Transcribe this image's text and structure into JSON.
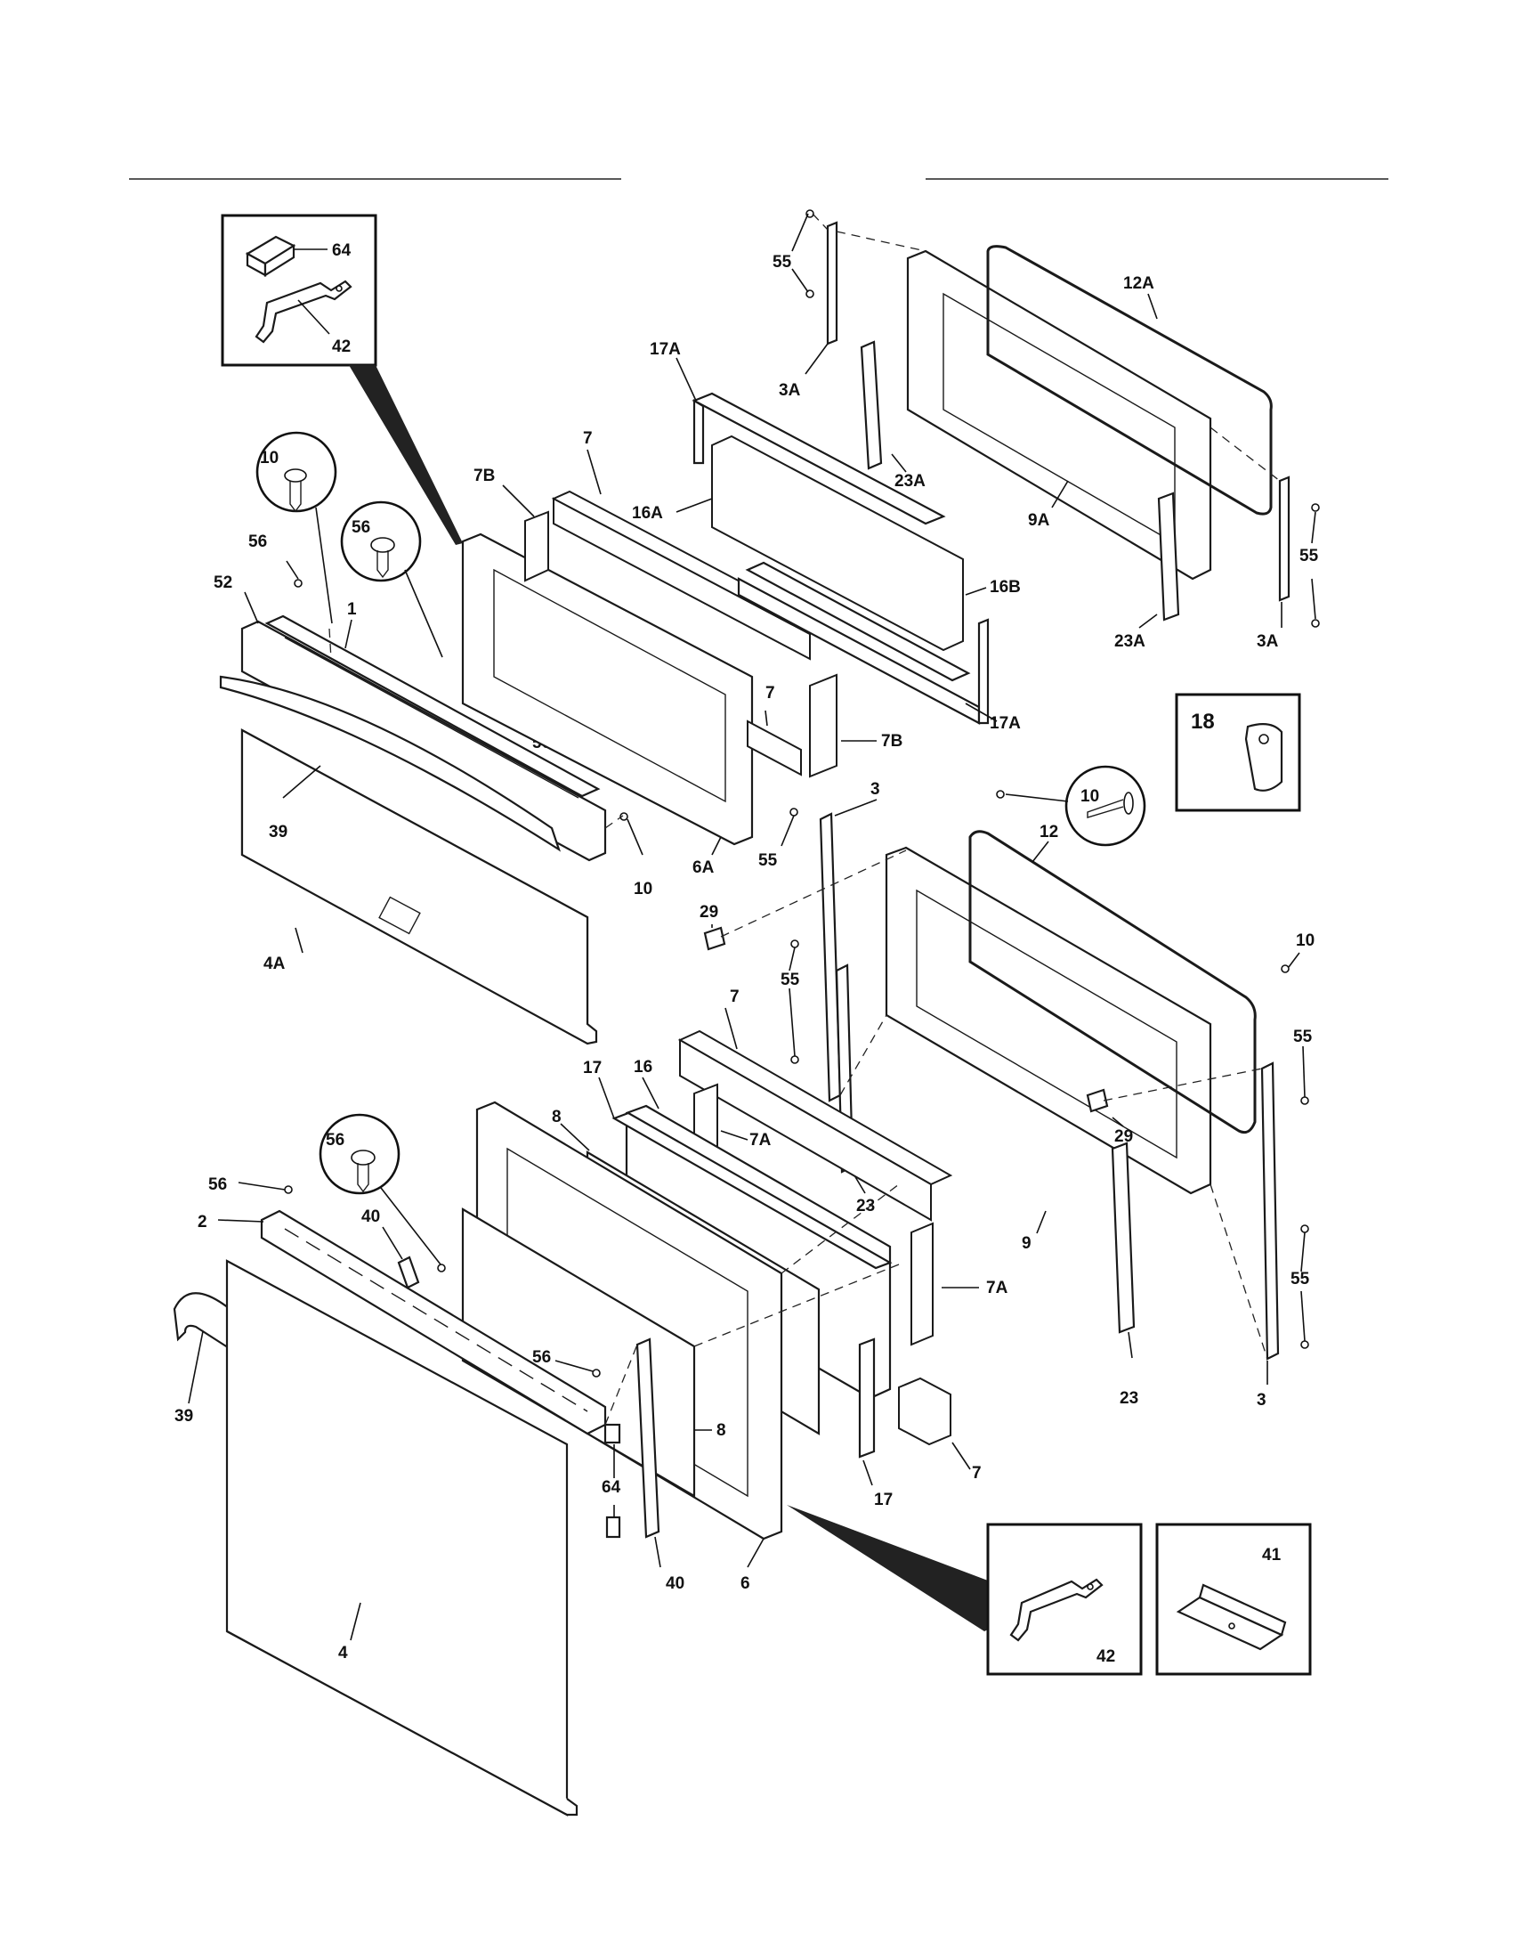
{
  "diagram": {
    "callouts": {
      "c_64_top": "64",
      "c_42_top": "42",
      "c_10_circle_a": "10",
      "c_56_circle_a": "56",
      "c_56_a": "56",
      "c_52": "52",
      "c_1": "1",
      "c_7b_a": "7B",
      "c_7_a": "7",
      "c_17a_a": "17A",
      "c_16a": "16A",
      "c_16b": "16B",
      "c_17a_b": "17A",
      "c_7_b": "7",
      "c_7b_b": "7B",
      "c_55_a": "55",
      "c_3a_a": "3A",
      "c_23a_a": "23A",
      "c_12a": "12A",
      "c_9a": "9A",
      "c_23a_b": "23A",
      "c_55_b": "55",
      "c_3a_b": "3A",
      "c_18": "18",
      "c_56_b": "56",
      "c_39_a": "39",
      "c_6a": "6A",
      "c_10_a": "10",
      "c_4a": "4A",
      "c_55_c": "55",
      "c_3_a": "3",
      "c_10_circle_b": "10",
      "c_12": "12",
      "c_29_a": "29",
      "c_55_d": "55",
      "c_10_b": "10",
      "c_55_e": "55",
      "c_7_c": "7",
      "c_17_a": "17",
      "c_16": "16",
      "c_7a_a": "7A",
      "c_8_a": "8",
      "c_23_a": "23",
      "c_29_b": "29",
      "c_9": "9",
      "c_56_circle_b": "56",
      "c_56_c": "56",
      "c_2": "2",
      "c_40_a": "40",
      "c_56_d": "56",
      "c_39_b": "39",
      "c_8_b": "8",
      "c_7a_b": "7A",
      "c_55_f": "55",
      "c_23_b": "23",
      "c_3_b": "3",
      "c_64_b": "64",
      "c_17_b": "17",
      "c_7_d": "7",
      "c_40_b": "40",
      "c_6": "6",
      "c_4": "4",
      "c_42_b": "42",
      "c_41": "41"
    }
  }
}
